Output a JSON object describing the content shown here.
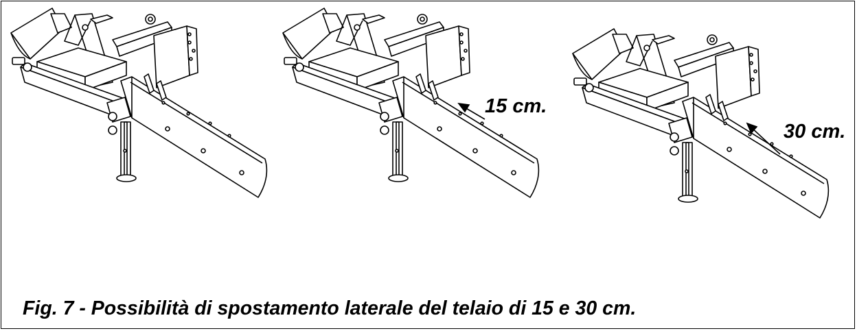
{
  "figure": {
    "caption": "Fig. 7 - Possibilità di spostamento laterale del telaio di 15 e 30 cm.",
    "labels": {
      "shift_15": "15 cm.",
      "shift_30": "30 cm."
    },
    "line_color": "#000000",
    "background": "#ffffff"
  }
}
